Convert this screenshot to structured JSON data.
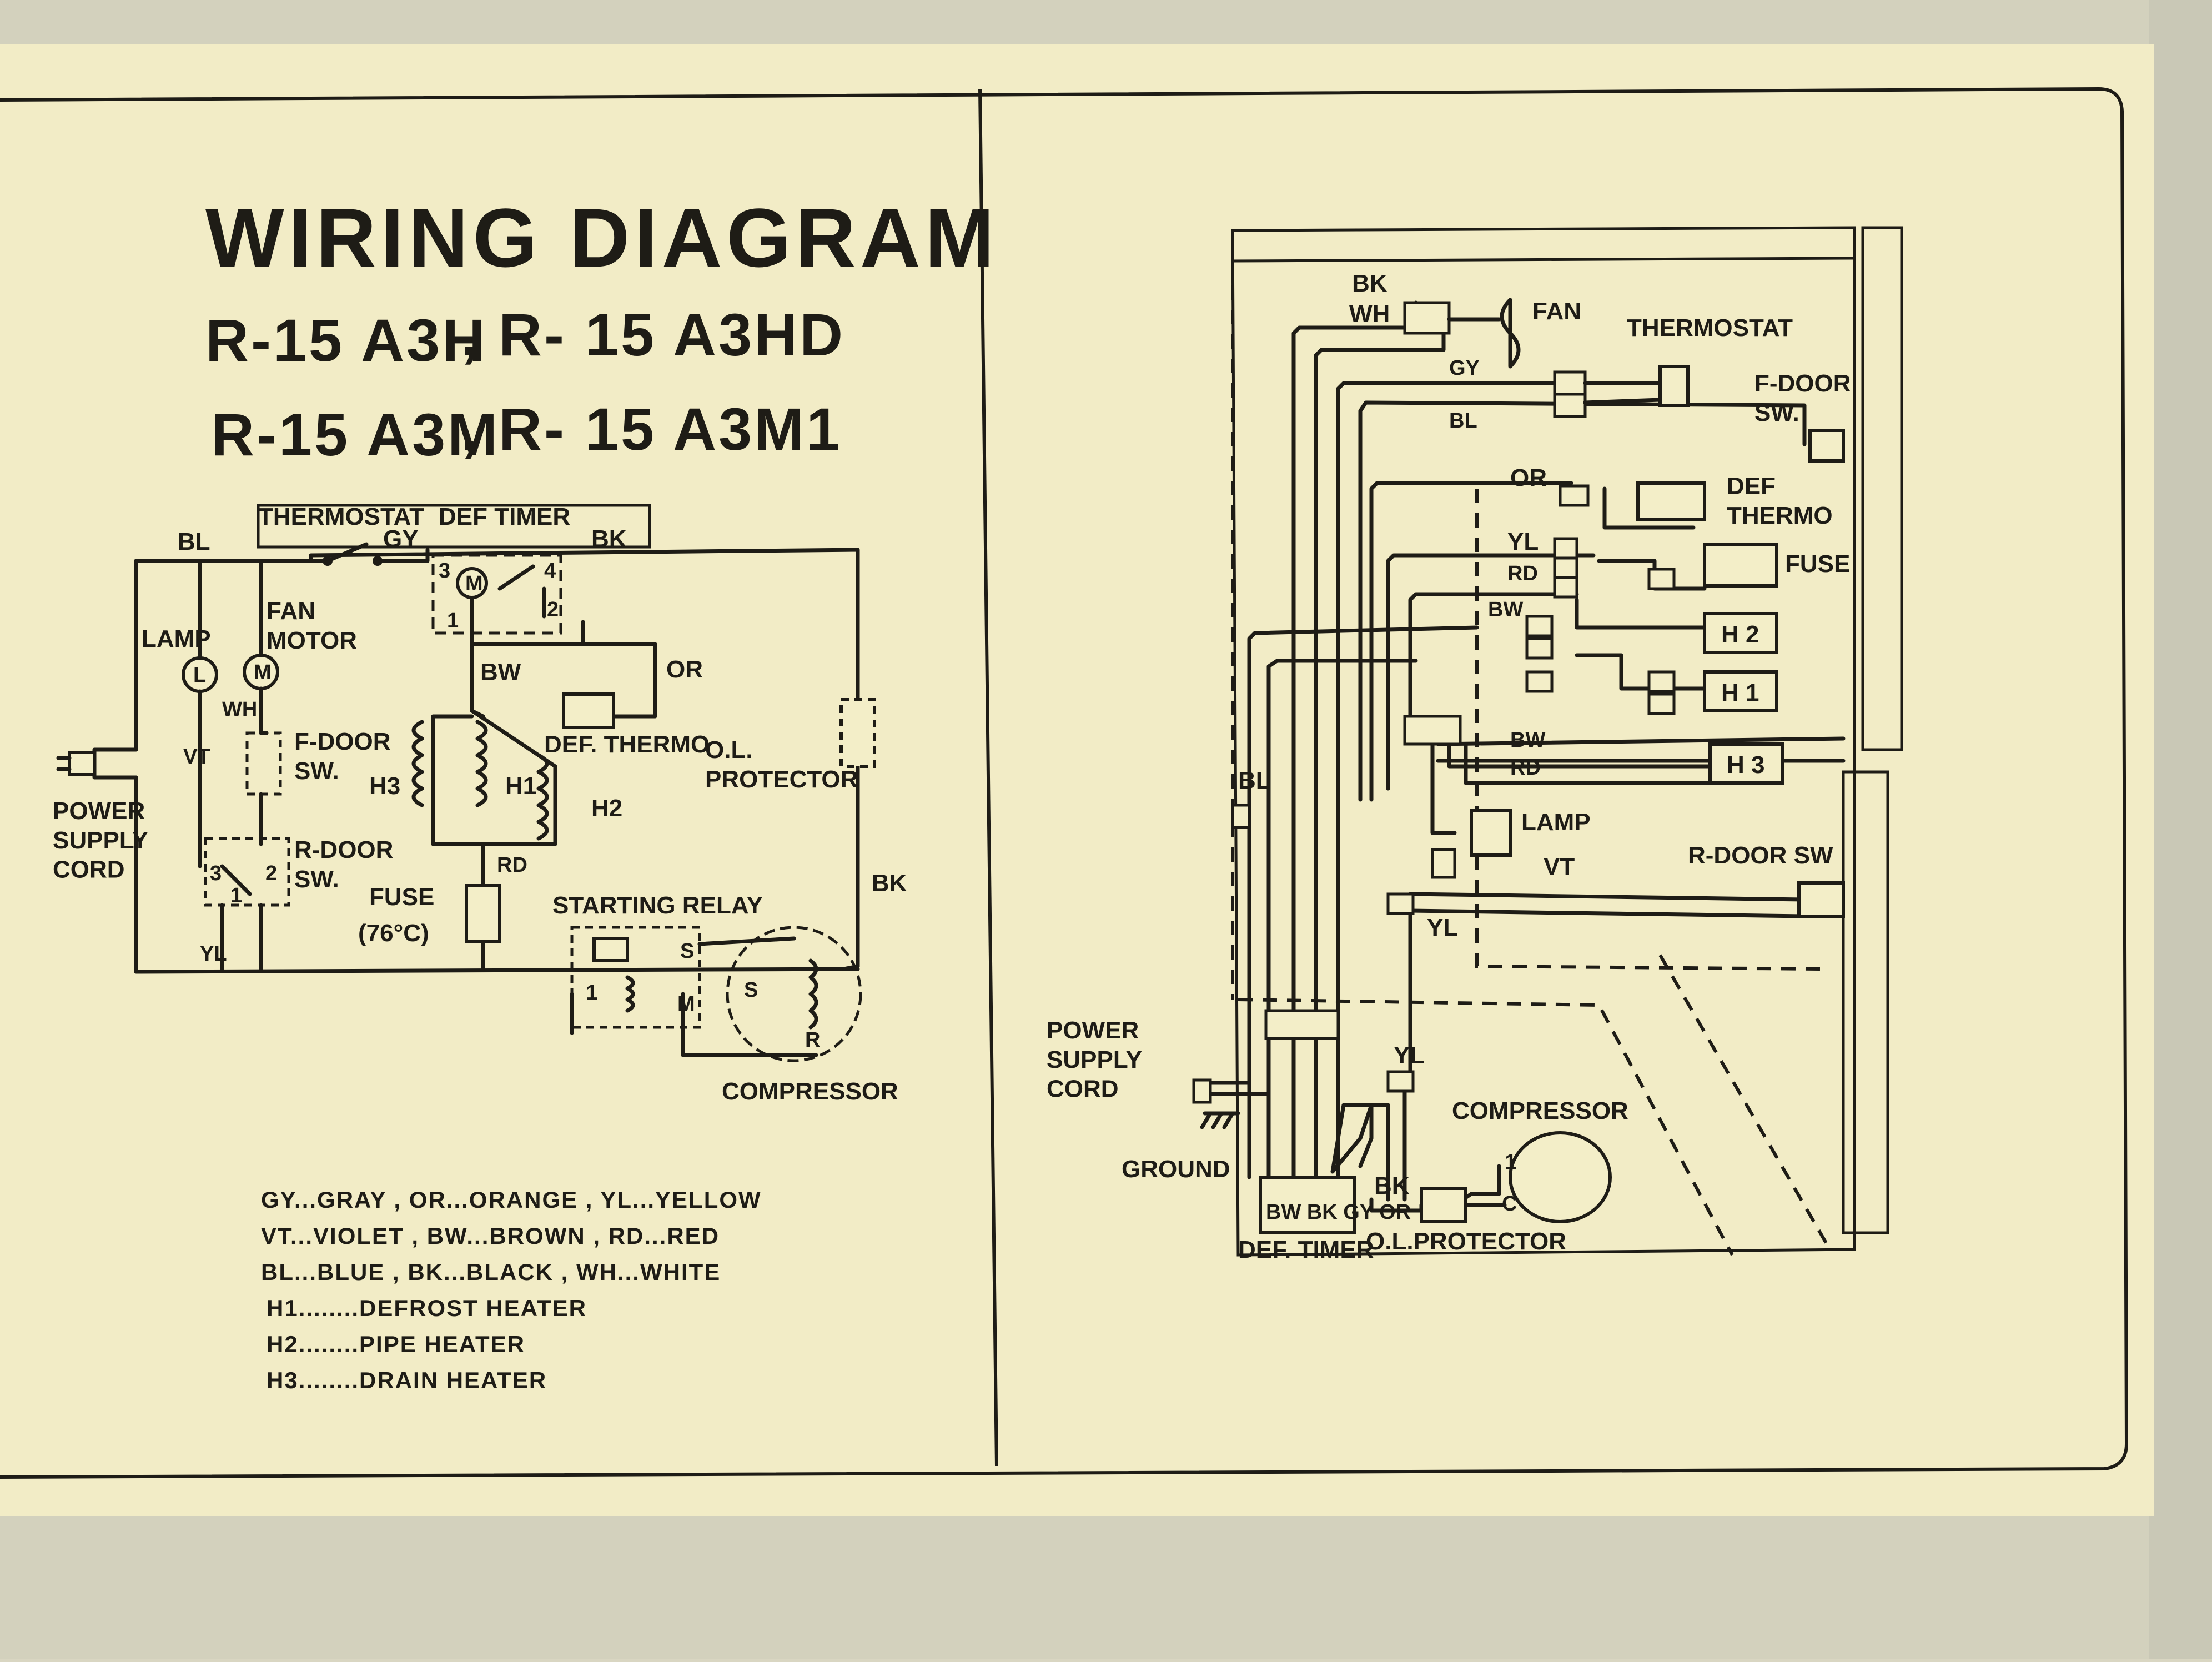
{
  "title": "WIRING DIAGRAM",
  "models": {
    "line1_a": "R-15 A3H",
    "line1_b": ", R- 15 A3HD",
    "line2_a": "R-15 A3M",
    "line2_b": ", R- 15 A3M1"
  },
  "schematic": {
    "thermostat": "THERMOSTAT",
    "def_timer": "DEF TIMER",
    "gy": "GY",
    "bk": "BK",
    "bl": "BL",
    "lamp": "LAMP",
    "fan_motor": "FAN\nMOTOR",
    "wh": "WH",
    "vt": "VT",
    "f_door_sw": "F-DOOR\nSW.",
    "r_door_sw": "R-DOOR\nSW.",
    "power_supply_cord": "POWER\nSUPPLY\nCORD",
    "yl": "YL",
    "bw": "BW",
    "or": "OR",
    "def_thermo": "DEF. THERMO",
    "h1": "H1",
    "h2": "H2",
    "h3": "H3",
    "rd": "RD",
    "fuse": "FUSE",
    "fuse_temp": "(76°C)",
    "starting_relay": "STARTING RELAY",
    "ol_protector": "O.L.\nPROTECTOR",
    "compressor": "COMPRESSOR",
    "bk2": "BK",
    "timer_m": "M",
    "t3": "3",
    "t4": "4",
    "t1": "1",
    "t2": "2",
    "relay_s": "S",
    "relay_m": "M",
    "relay_1": "1",
    "comp_s": "S",
    "comp_r": "R",
    "rsw_3": "3",
    "rsw_1": "1",
    "rsw_2": "2",
    "lamp_l": "L",
    "fan_m": "M"
  },
  "legend": [
    "GY...GRAY   , OR...ORANGE , YL...YELLOW",
    "VT...VIOLET , BW...BROWN  , RD...RED",
    "BL...BLUE   , BK...BLACK  , WH...WHITE",
    "H1........DEFROST  HEATER",
    "H2........PIPE  HEATER",
    "H3........DRAIN  HEATER"
  ],
  "layout": {
    "bk": "BK",
    "wh": "WH",
    "fan": "FAN",
    "thermostat": "THERMOSTAT",
    "gy": "GY",
    "bl": "BL",
    "f_door_sw": "F-DOOR\nSW.",
    "or": "OR",
    "def_thermo": "DEF\nTHERMO",
    "yl": "YL",
    "rd": "RD",
    "fuse": "FUSE",
    "bw": "BW",
    "h2": "H 2",
    "h1": "H 1",
    "bw2": "BW",
    "rd2": "RD",
    "h3": "H 3",
    "bl2": "BL",
    "lamp": "LAMP",
    "vt": "VT",
    "r_door_sw": "R-DOOR SW",
    "yl2": "YL",
    "power_supply_cord": "POWER\nSUPPLY\nCORD",
    "yl3": "YL",
    "compressor": "COMPRESSOR",
    "ground": "GROUND",
    "bk2": "BK",
    "timer_terms": "BW BK GY OR",
    "def_timer": "DEF. TIMER",
    "ol_protector": "O.L.PROTECTOR",
    "c1": "1",
    "cc": "C"
  }
}
